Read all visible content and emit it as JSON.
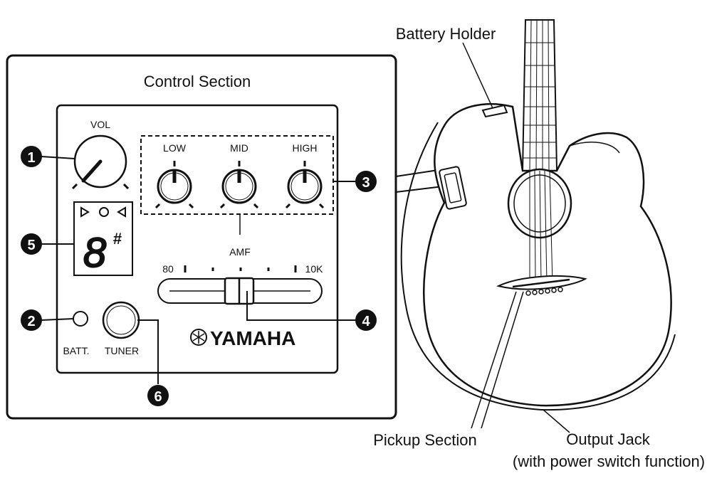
{
  "control_section": {
    "title": "Control Section",
    "vol_label": "VOL",
    "eq": {
      "low": "LOW",
      "mid": "MID",
      "high": "HIGH"
    },
    "amf": {
      "label": "AMF",
      "min": "80",
      "max": "10K"
    },
    "tuner_display": {
      "arrows": "▷○◁",
      "note": "8",
      "sharp": "#"
    },
    "batt_label": "BATT.",
    "tuner_label": "TUNER",
    "brand": "YAMAHA",
    "callouts": [
      "1",
      "2",
      "3",
      "4",
      "5",
      "6"
    ]
  },
  "guitar": {
    "battery_holder": "Battery Holder",
    "pickup_section": "Pickup Section",
    "output_jack": "Output Jack",
    "output_jack_note": "(with power switch function)"
  }
}
